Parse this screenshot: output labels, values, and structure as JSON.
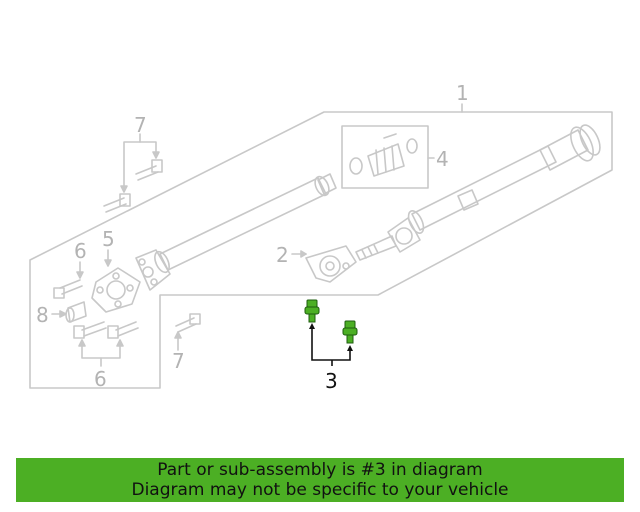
{
  "callouts": [
    {
      "id": "1",
      "label": "1"
    },
    {
      "id": "2",
      "label": "2"
    },
    {
      "id": "3",
      "label": "3"
    },
    {
      "id": "4",
      "label": "4"
    },
    {
      "id": "5",
      "label": "5"
    },
    {
      "id": "6a",
      "label": "6"
    },
    {
      "id": "6b",
      "label": "6"
    },
    {
      "id": "7a",
      "label": "7"
    },
    {
      "id": "7b",
      "label": "7"
    },
    {
      "id": "8",
      "label": "8"
    }
  ],
  "highlight_color": "#4caf24",
  "outline_color": "#c4c4c4",
  "banner": {
    "line1": "Part or sub-assembly is #3 in diagram",
    "line2": "Diagram may not be specific to your vehicle"
  }
}
